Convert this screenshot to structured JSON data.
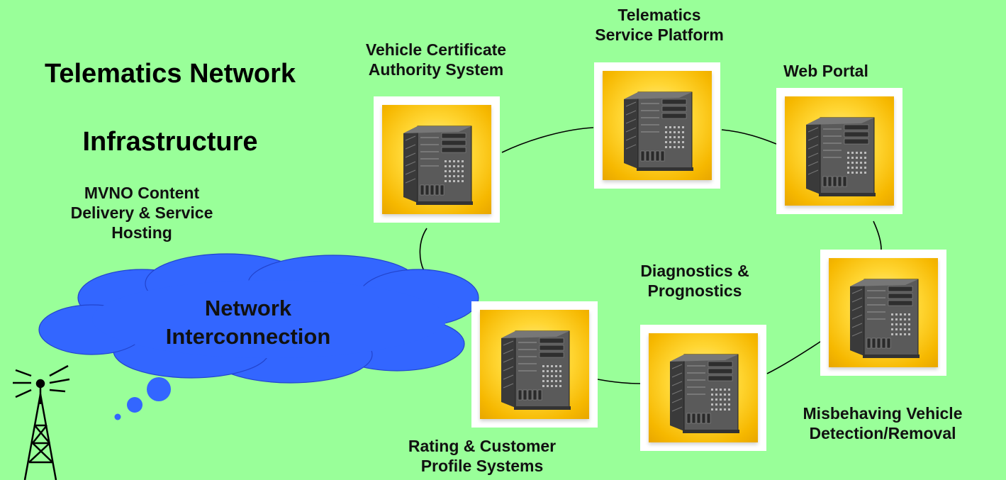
{
  "title": {
    "line1": "Telematics Network",
    "line2": "Infrastructure"
  },
  "cloud_label": "Network\nInterconnection",
  "mvno_label": "MVNO Content\nDelivery & Service\nHosting",
  "servers": [
    {
      "id": "vca",
      "label": "Vehicle Certificate\nAuthority System"
    },
    {
      "id": "tsp",
      "label": "Telematics\nService Platform"
    },
    {
      "id": "web",
      "label": "Web Portal"
    },
    {
      "id": "mvd",
      "label": "Misbehaving Vehicle\nDetection/Removal"
    },
    {
      "id": "diag",
      "label": "Diagnostics &\nPrognostics"
    },
    {
      "id": "rating",
      "label": "Rating & Customer\nProfile Systems"
    }
  ],
  "colors": {
    "background": "#99ff99",
    "cloud": "#3366ff",
    "tile": "#ffd633",
    "line": "#000000"
  },
  "icons": {
    "server": "server-tower-icon",
    "antenna": "radio-tower-icon"
  }
}
